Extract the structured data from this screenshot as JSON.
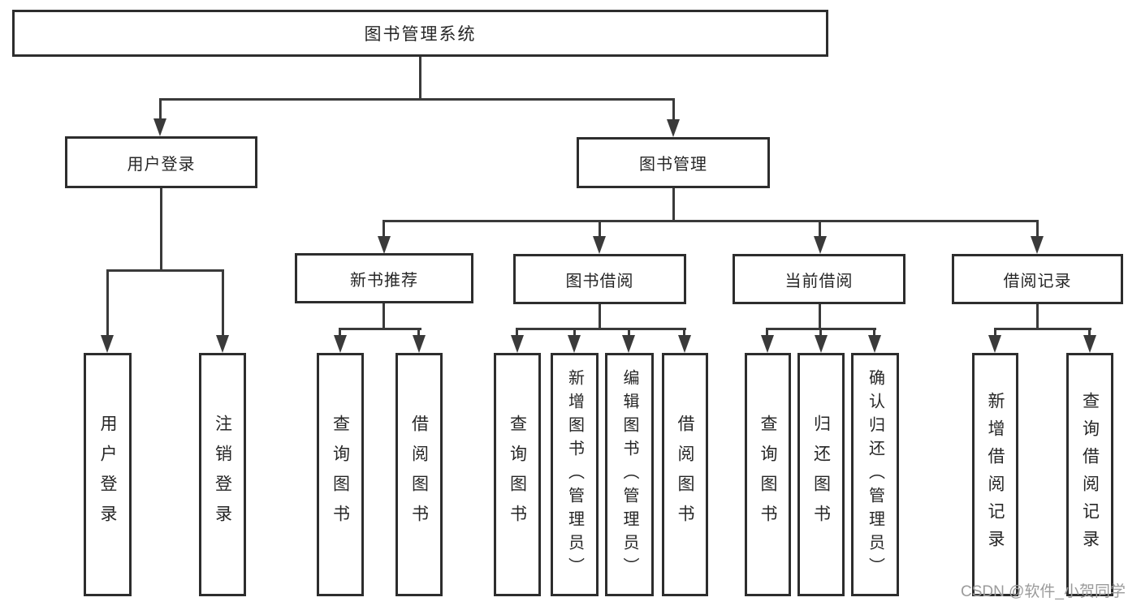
{
  "diagram": {
    "title": "图书管理系统",
    "level2": [
      {
        "label": "用户登录",
        "leaves": [
          "用户登录",
          "注销登录"
        ]
      },
      {
        "label": "图书管理",
        "modules": [
          {
            "label": "新书推荐",
            "leaves": [
              "查询图书",
              "借阅图书"
            ]
          },
          {
            "label": "图书借阅",
            "leaves": [
              "查询图书",
              "新增图书（管理员）",
              "编辑图书（管理员）",
              "借阅图书"
            ]
          },
          {
            "label": "当前借阅",
            "leaves": [
              "查询图书",
              "归还图书",
              "确认归还（管理员）"
            ]
          },
          {
            "label": "借阅记录",
            "leaves": [
              "新增借阅记录",
              "查询借阅记录"
            ]
          }
        ]
      }
    ],
    "watermark": "CSDN @软件_小贺同学",
    "colors": {
      "line": "#3a3a3a",
      "box_border": "#2d2d2d",
      "text": "#262626",
      "watermark": "#9b9b9b",
      "background": "#ffffff"
    }
  }
}
